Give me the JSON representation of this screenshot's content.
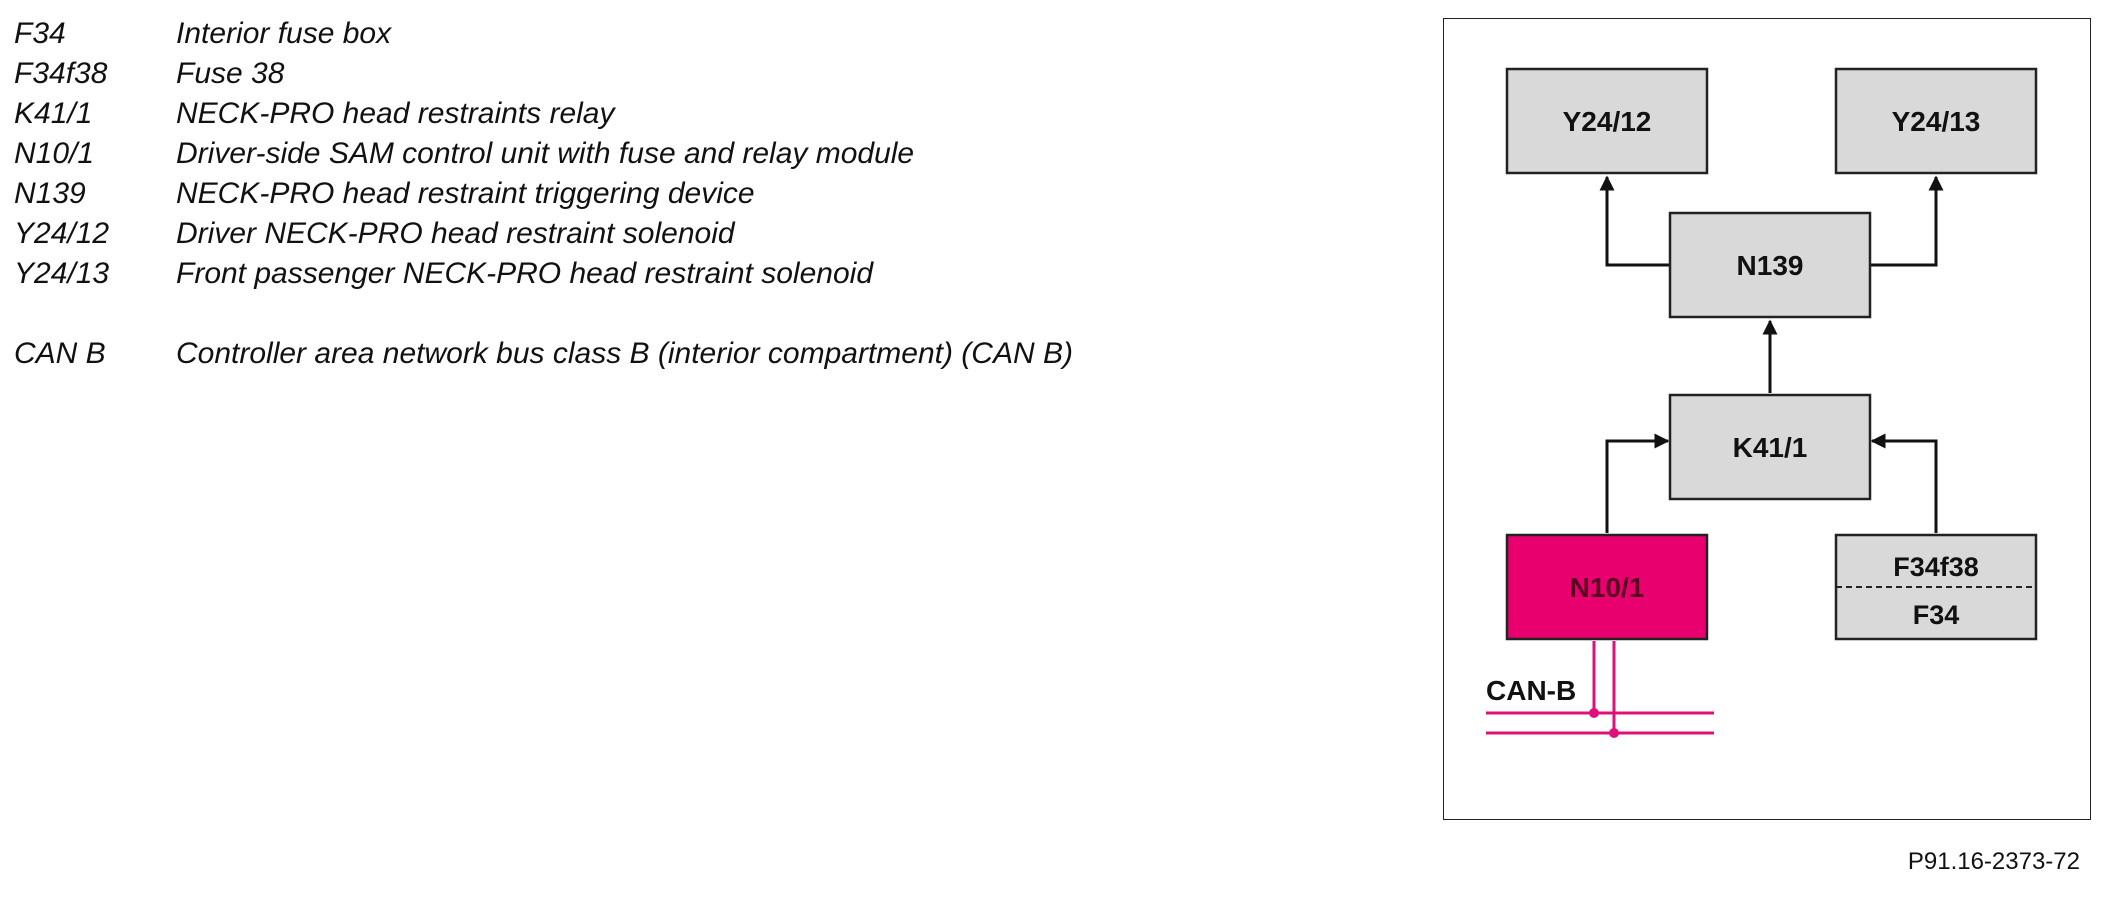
{
  "legend": {
    "items": [
      {
        "code": "F34",
        "description": "Interior fuse box"
      },
      {
        "code": "F34f38",
        "description": "Fuse 38"
      },
      {
        "code": "K41/1",
        "description": "NECK-PRO head restraints relay"
      },
      {
        "code": "N10/1",
        "description": "Driver-side SAM control unit with fuse and relay module"
      },
      {
        "code": "N139",
        "description": "NECK-PRO head restraint triggering device"
      },
      {
        "code": "Y24/12",
        "description": "Driver NECK-PRO head restraint solenoid"
      },
      {
        "code": "Y24/13",
        "description": "Front passenger NECK-PRO head restraint solenoid"
      }
    ],
    "bus": {
      "code": "CAN B",
      "description": "Controller area network bus class B (interior compartment) (CAN B)"
    }
  },
  "diagram": {
    "blocks": {
      "y24_12": "Y24/12",
      "y24_13": "Y24/13",
      "n139": "N139",
      "k41_1": "K41/1",
      "n10_1": "N10/1",
      "f34f38": "F34f38",
      "f34": "F34"
    },
    "bus_label": "CAN-B",
    "colors": {
      "block_fill": "#d9d9d9",
      "highlight_fill": "#e8006f",
      "bus_line": "#e0107a",
      "line": "#111111"
    }
  },
  "figure_ref": "P91.16-2373-72"
}
